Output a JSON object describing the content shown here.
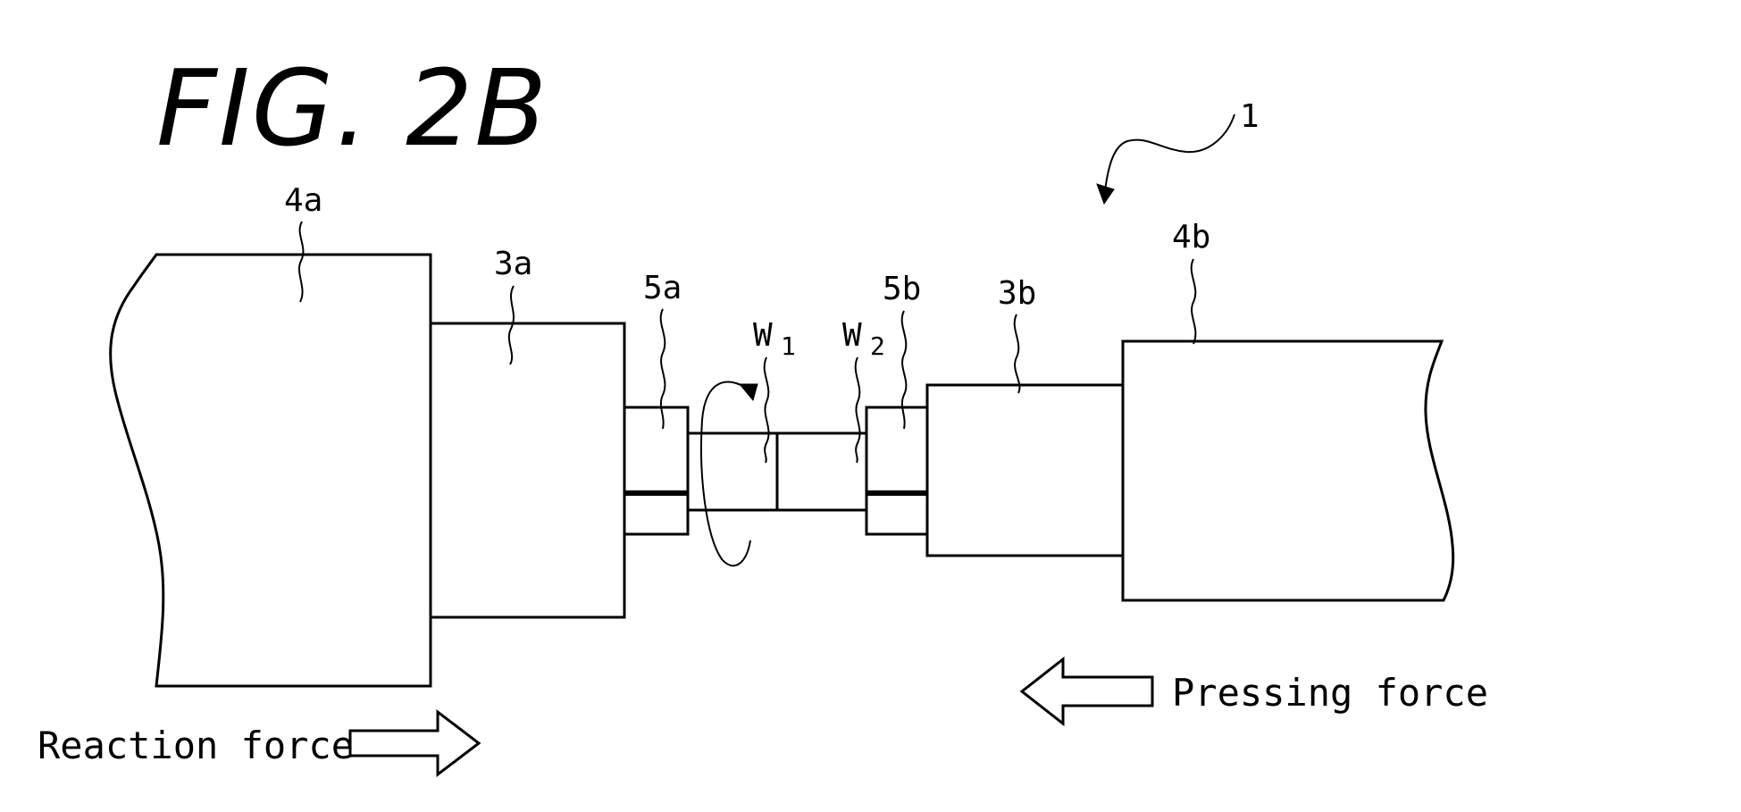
{
  "figure": {
    "title": "FIG. 2B"
  },
  "labels": {
    "assembly": "1",
    "chuck_4a": "4a",
    "chuck_4b": "4b",
    "holder_3a": "3a",
    "holder_3b": "3b",
    "clamp_5a": "5a",
    "clamp_5b": "5b",
    "workpiece_w1_letter": "W",
    "workpiece_w1_sub": "1",
    "workpiece_w2_letter": "W",
    "workpiece_w2_sub": "2"
  },
  "forces": {
    "reaction": "Reaction force",
    "pressing": "Pressing force"
  }
}
